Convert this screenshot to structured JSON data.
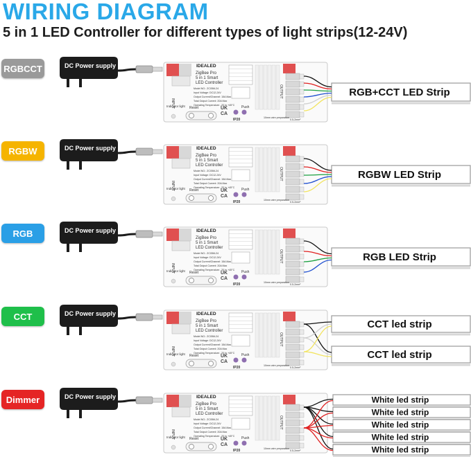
{
  "title": "WIRING DIAGRAM",
  "subtitle": "5 in 1 LED Controller  for different types of light strips(12-24V)",
  "power_label": "DC Power supply",
  "controller": {
    "brand": "IDEALED",
    "line1": "ZigBee Pro",
    "line2": "5 in 1 Smart",
    "line3": "LED Controller",
    "model": "Model NO.: ZC05M-24",
    "input": "Input Voltage: DC12-24V",
    "output": "Output Current/Channel: 15A Max",
    "total": "Total Output Current: 20A Max",
    "temp": "Operating Temperature: -20 to +45°C",
    "indicator": "Indicator light",
    "reset": "Reset",
    "push": "Push",
    "ip": "IP20",
    "input_label": "INPUT",
    "output_label": "OUTPUT",
    "wire_prep": "10mm wire preparation",
    "wire_size": "0.5-2mm²"
  },
  "rows": [
    {
      "mode": "RGBCCT",
      "color": "#9a9a9a",
      "strips": [
        "RGB+CCT LED Strip"
      ],
      "wires": [
        "#111111",
        "#e02020",
        "#1aa040",
        "#2050d0",
        "#f0f0f0",
        "#f2e460"
      ]
    },
    {
      "mode": "RGBW",
      "color": "#f5b400",
      "strips": [
        "RGBW LED Strip"
      ],
      "wires": [
        "#111111",
        "#e02020",
        "#1aa040",
        "#2050d0",
        "#f2e460"
      ]
    },
    {
      "mode": "RGB",
      "color": "#2a9fe6",
      "strips": [
        "RGB LED Strip"
      ],
      "wires": [
        "#111111",
        "#e02020",
        "#1aa040",
        "#2050d0"
      ]
    },
    {
      "mode": "CCT",
      "color": "#1fbf4a",
      "strips": [
        "CCT led strip",
        "CCT led strip"
      ],
      "wires": [
        "#111111",
        "#f0f0f0",
        "#f2e460"
      ]
    },
    {
      "mode": "Dimmer",
      "color": "#e52525",
      "strips": [
        "White led strip",
        "White led strip",
        "White led strip",
        "White led strip",
        "White led strip"
      ],
      "wires": [
        "#111111",
        "#e02020"
      ]
    }
  ]
}
